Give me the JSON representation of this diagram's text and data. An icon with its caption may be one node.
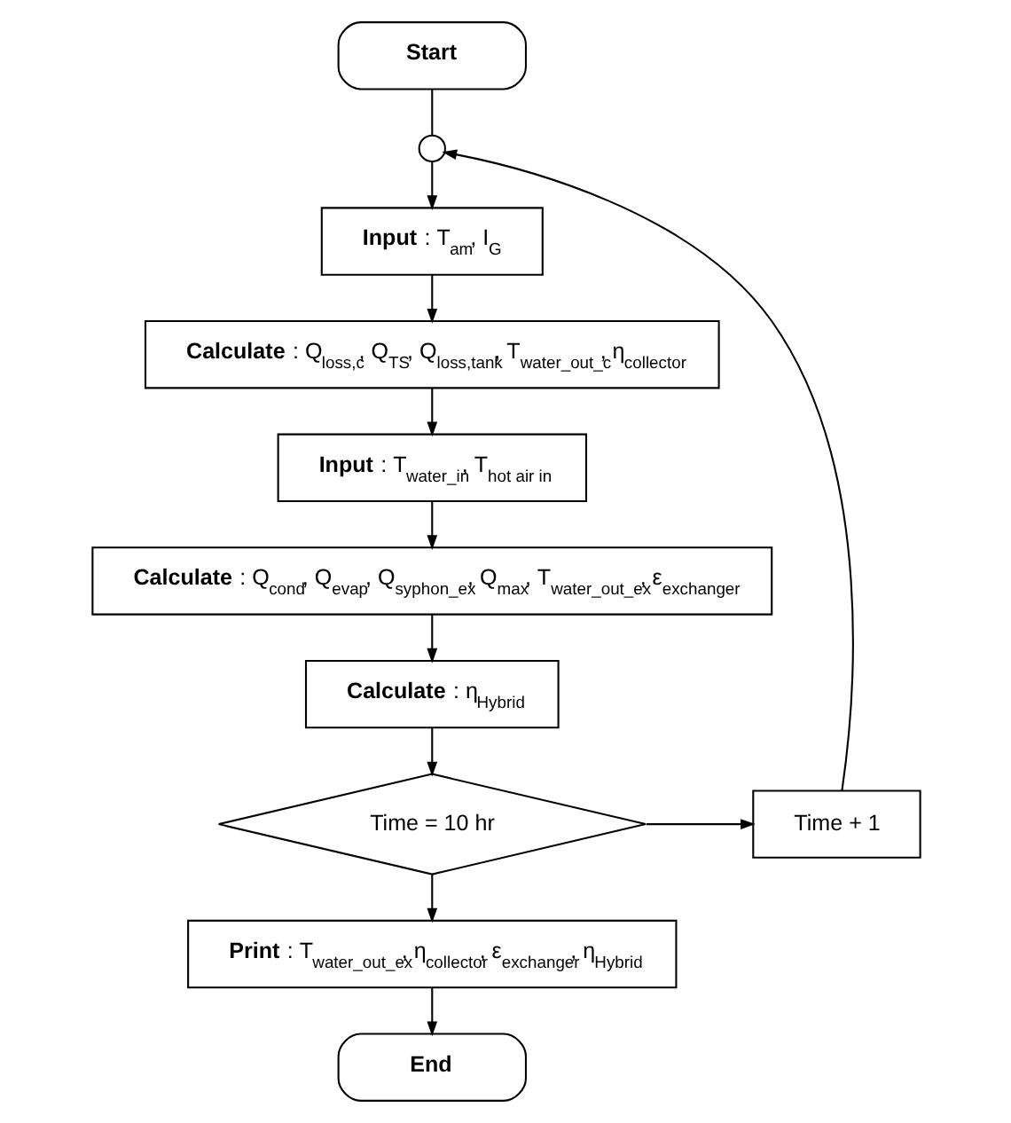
{
  "diagram": {
    "nodes": [
      {
        "text": [
          "**Start**"
        ]
      },
      {
        "text": [],
        "shape": "circle"
      },
      {
        "text": [
          "**Input** : T$_{am}$, I$_{G}$"
        ]
      },
      {
        "text": [
          "**Calculate** : Q$_{loss,c}$, Q$_{TS}$, Q$_{loss,tank}$, T$_{water_out_c}$, η$_{collector}$"
        ]
      },
      {
        "text": [
          "**Input** : T$_{water_in}$, T$_{hot air in}$"
        ]
      },
      {
        "text": [
          "**Calculate** : Q$_{cond}$, Q$_{evap}$, Q$_{syphon_ex}$, Q$_{max}$, T$_{water_out_ex}$, ε$_{exchanger}$"
        ]
      },
      {
        "text": [
          "**Calculate** : η$_{Hybrid}$"
        ]
      },
      {
        "text": [
          "Time = 10 hr"
        ]
      },
      {
        "text": [
          "Time + 1"
        ]
      },
      {
        "text": [
          "**Print** : T$_{water_out_ex}$, η$_{collector}$, ε$_{exchanger}$, η$_{Hybrid}$"
        ]
      },
      {
        "text": [
          "**End**"
        ]
      }
    ],
    "edges": [
      {
        "from": 0,
        "to": 1,
        "arrow": "none"
      },
      {
        "from": 1,
        "to": 2,
        "arrow": "to"
      },
      {
        "from": 2,
        "to": 3,
        "arrow": "to"
      },
      {
        "from": 3,
        "to": 4,
        "arrow": "to"
      },
      {
        "from": 4,
        "to": 5,
        "arrow": "to"
      },
      {
        "from": 5,
        "to": 6,
        "arrow": "to"
      },
      {
        "from": 6,
        "to": 7,
        "arrow": "to"
      },
      {
        "from": 7,
        "to": 8,
        "arrow": "to"
      },
      {
        "from": 8,
        "to": 1,
        "arrow": "to"
      },
      {
        "from": 7,
        "to": 9,
        "arrow": "to"
      },
      {
        "from": 9,
        "to": 10,
        "arrow": "to"
      }
    ]
  }
}
